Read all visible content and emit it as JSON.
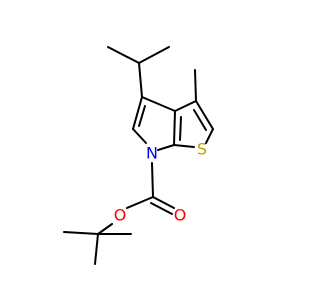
{
  "molecule": {
    "atoms": {
      "nitrogen": {
        "symbol": "N",
        "color": "#0000ff"
      },
      "sulfur": {
        "symbol": "S",
        "color": "#b8a000"
      },
      "carbonyl_oxygen": {
        "symbol": "O",
        "color": "#ff0000"
      },
      "ester_oxygen": {
        "symbol": "O",
        "color": "#ff0000"
      }
    },
    "bond_color": "#000000",
    "background": "#ffffff"
  }
}
